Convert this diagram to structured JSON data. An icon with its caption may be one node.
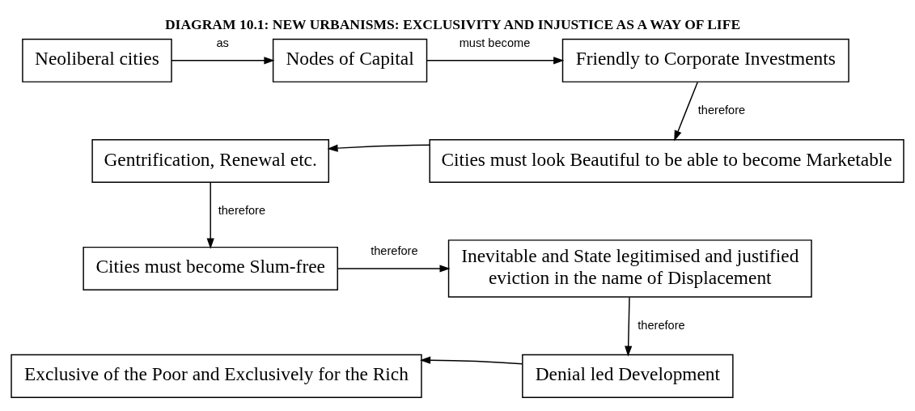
{
  "diagram": {
    "title": "DIAGRAM 10.1: NEW URBANISMS: EXCLUSIVITY AND INJUSTICE AS A WAY OF LIFE",
    "nodes": [
      {
        "text": [
          "Neoliberal cities"
        ]
      },
      {
        "text": [
          "Nodes of Capital"
        ]
      },
      {
        "text": [
          "Friendly to Corporate Investments"
        ]
      },
      {
        "text": [
          "Gentrification, Renewal etc."
        ]
      },
      {
        "text": [
          "Cities must look Beautiful to be able to become Marketable"
        ]
      },
      {
        "text": [
          "Cities must become Slum-free"
        ]
      },
      {
        "text": [
          "Inevitable and State legitimised and justified eviction in the name of Displacement"
        ]
      },
      {
        "text": [
          "Exclusive of the Poor and Exclusively for the Rich"
        ]
      },
      {
        "text": [
          "Denial led Development"
        ]
      }
    ],
    "edges": [
      {
        "from": 0,
        "to": 1,
        "arrow": "to",
        "label": "as"
      },
      {
        "from": 1,
        "to": 2,
        "arrow": "to",
        "label": "must become"
      },
      {
        "from": 2,
        "to": 4,
        "arrow": "to",
        "label": "therefore"
      },
      {
        "from": 4,
        "to": 3,
        "arrow": "to"
      },
      {
        "from": 3,
        "to": 5,
        "arrow": "to",
        "label": "therefore"
      },
      {
        "from": 5,
        "to": 6,
        "arrow": "to",
        "label": "therefore"
      },
      {
        "from": 6,
        "to": 8,
        "arrow": "to",
        "label": "therefore"
      },
      {
        "from": 8,
        "to": 7,
        "arrow": "to"
      }
    ]
  }
}
